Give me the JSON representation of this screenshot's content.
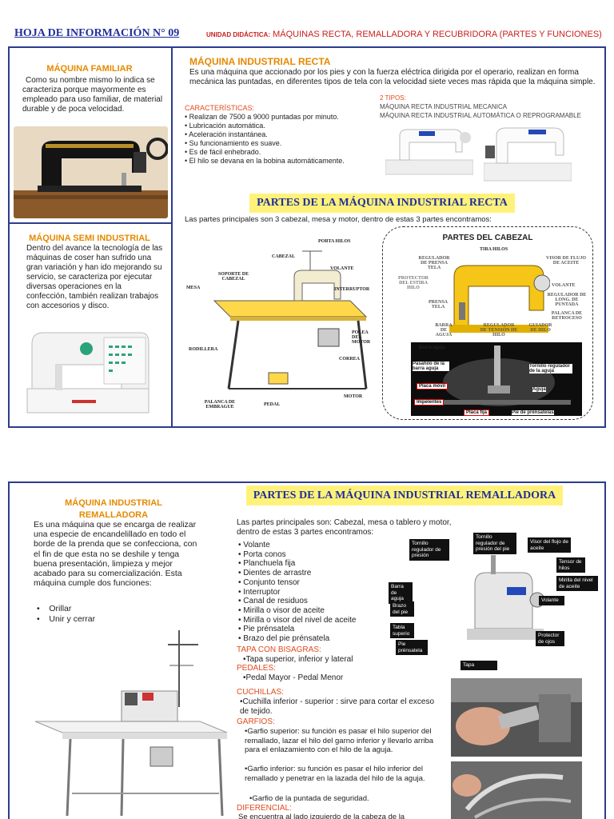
{
  "header": {
    "sheet": "HOJA DE INFORMACIÓN N° 09",
    "unit_prefix": "UNIDAD DIDÁCTICA:",
    "unit_title": "MÁQUINAS RECTA, REMALLADORA Y RECUBRIDORA (PARTES Y FUNCIONES)"
  },
  "familiar": {
    "title": "MÁQUINA FAMILIAR",
    "text": "Como su nombre mismo lo indica se caracteriza porque mayormente es empleado para uso familiar, de material durable y de poca velocidad."
  },
  "semi": {
    "title": "MÁQUINA SEMI INDUSTRIAL",
    "text": "Dentro del avance la tecnología de las máquinas de coser han sufrido una gran variación y han ido mejorando su servicio, se caracteriza por ejecutar diversas operaciones en la confección, también realizan trabajos con accesorios y disco."
  },
  "recta": {
    "title": "MÁQUINA INDUSTRIAL RECTA",
    "intro": "Es una máquina que accionado por los pies y con la fuerza eléctrica dirigida por el operario, realizan en forma mecánica las puntadas, en diferentes tipos de tela con la velocidad siete veces mas rápida que la máquina simple.",
    "char_title": "CARACTERÍSTICAS:",
    "chars": [
      "Realizan de 7500 a 9000 puntadas por minuto.",
      "Lubricación automática.",
      "Aceleración instantánea.",
      "Su funcionamiento es suave.",
      "Es de fácil enhebrado.",
      "El hilo se devana en la bobina automáticamente."
    ],
    "types_title": "2 TIPOS:",
    "types": [
      "MÁQUINA RECTA INDUSTRIAL MECANICA",
      "MÁQUINA RECTA INDUSTRIAL AUTOMÁTICA O  REPROGRAMABLE"
    ],
    "parts_banner": "PARTES DE LA MÁQUINA INDUSTRIAL RECTA",
    "parts_intro": "Las partes principales son 3 cabezal, mesa y motor, dentro de estas 3 partes encontramos:",
    "machine_labels": [
      "PORTA HILOS",
      "CABEZAL",
      "VOLANTE",
      "SOPORTE DE CABEZAL",
      "INTERRUPTOR",
      "MESA",
      "POLEA DEL MOTOR",
      "RODILLERA",
      "CORREA",
      "PALANCA DE EMBRAGUE",
      "PEDAL",
      "MOTOR"
    ],
    "cabezal_title": "PARTES DEL CABEZAL",
    "cabezal_labels": [
      "TIRA HILOS",
      "REGULADOR DE PRENSA TELA",
      "VISOR DE FLUJO DE ACEITE",
      "PROTECTOR DEL ESTIRA HILO",
      "VOLANTE",
      "PRENSA TELA",
      "REGULADOR DE LONG. DE PUNTADA",
      "PALANCA DE RETROCESO",
      "BARRA DE AGUJA",
      "REGULADOR DE TENSIÓN DE HILO",
      "GUIADOR DE HILO"
    ],
    "needle_labels": [
      "Barra aguja",
      "Pasahilo de la barra aguja",
      "Tornillo regulador de la aguja",
      "Placa móvil",
      "Aguja",
      "Impelentes",
      "Placa fija",
      "Pie de prénsatelas"
    ]
  },
  "remalladora": {
    "title": "MÁQUINA INDUSTRIAL REMALLADORA",
    "text": "Es una máquina que se encarga de realizar una especie de encandelillado en todo el borde de la prenda que se confecciona, con el fin de que esta no se deshile y tenga buena presentación, limpieza y mejor acabado para su comercialización. Esta máquina cumple dos funciones:",
    "functions": [
      "Orillar",
      "Unir y cerrar"
    ],
    "banner": "PARTES DE LA MÁQUINA INDUSTRIAL REMALLADORA",
    "parts_intro": "Las partes principales son: Cabezal, mesa o tablero y motor, dentro de estas 3 partes encontramos:",
    "parts": [
      "Volante",
      "Porta conos",
      "Planchuela fija",
      "Dientes de arrastre",
      "Conjunto tensor",
      "Interruptor",
      "Canal de residuos",
      "Mirilla o visor de aceite",
      "Mirilla o visor del nivel de aceite",
      "Pie prénsatela",
      "Brazo del pie prénsatela"
    ],
    "tapa_title": "TAPA CON BISAGRAS:",
    "tapa": "•Tapa superior,  inferior y  lateral",
    "pedales_title": "PEDALES:",
    "pedales": "•Pedal Mayor - Pedal Menor",
    "cuchillas_title": "CUCHILLAS:",
    "cuchillas": "•Cuchilla inferior - superior : sirve para cortar el exceso de tejido.",
    "garfios_title": "GARFIOS:",
    "garfios": [
      "•Garfio superior: su función es pasar el hilo superior del  remallado, lazar el hilo del garno inferior y llevarlo arriba para  el enlazamiento con el hilo de la aguja.",
      "•Garfio inferior: su función es pasar el hilo inferior del  remallado y penetrar en la lazada del hilo de la aguja.",
      "•Garfio de la puntada de seguridad."
    ],
    "diferencial_title": "DIFERENCIAL:",
    "diferencial": "Se encuentra al lado izquierdo de la cabeza de la",
    "callouts": [
      "Tornillo regulador de presión",
      "Tornillo regulador de presión del pie",
      "Visor del flujo de aceite",
      "Tensor de hilos",
      "Mirilla del nivel de aceite",
      "Volante",
      "Barra de aguja",
      "Brazo del pie",
      "Tabla superio",
      "Pie prénsatela",
      "Protector de ojos",
      "Tapa"
    ]
  },
  "colors": {
    "frame": "#2b3c8f",
    "accent_orange": "#e58a00",
    "accent_red": "#e24b1d",
    "banner": "#fff27a",
    "title_blue": "#1f2f9a"
  }
}
